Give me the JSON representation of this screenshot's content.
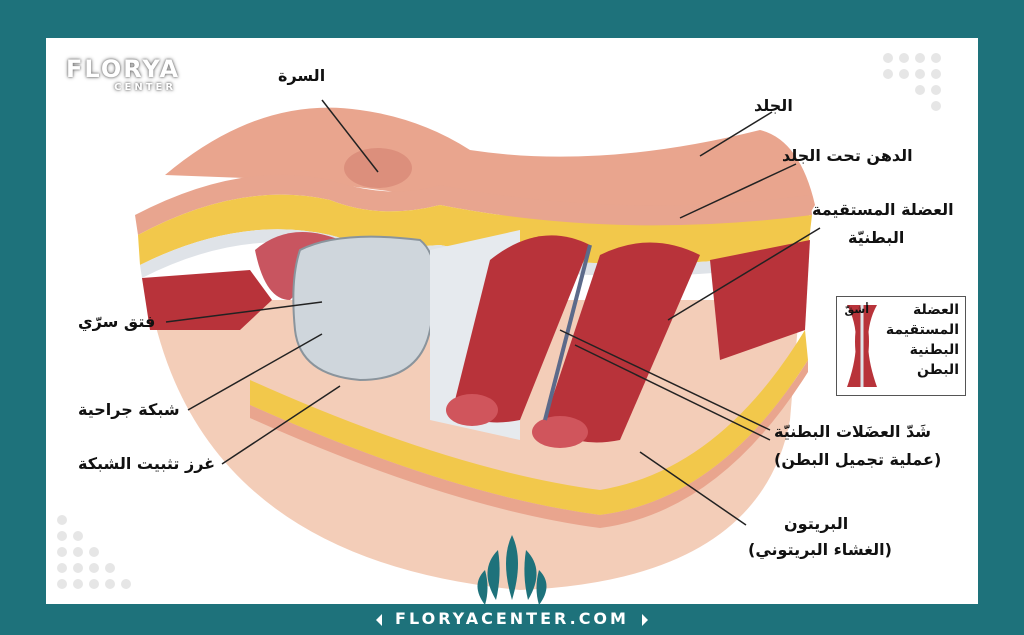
{
  "logo": {
    "main": "FLORYA",
    "sub": "CENTER"
  },
  "labels": {
    "navel": "السرة",
    "skin": "الجلد",
    "subcutaneous_fat": "الدهن تحت الجلد",
    "rectus_line1": "العضلة المستقيمة",
    "rectus_line2": "البطنيّة",
    "umbilical_hernia": "فتق سرّي",
    "surgical_mesh": "شبكة جراحية",
    "mesh_sutures": "غرز تثبيت الشبكة",
    "plication_line1": "شَدّ العضَلات البطنيّة",
    "plication_line2": "(عملية تجميل البطن)",
    "peritoneum_line1": "البريتون",
    "peritoneum_line2": "(الغشاء البريتوني)"
  },
  "inset": {
    "line1": "العضلة",
    "line2": "المستقيمة",
    "line3": "البطنية",
    "line4": "البطن",
    "extra": "أشقّ"
  },
  "footer": {
    "url": "FLORYACENTER.COM"
  },
  "colors": {
    "frame": "#1e727b",
    "muscle": "#b8333a",
    "fat": "#f2c84b",
    "skin": "#e9a58e",
    "mesh": "#cfd6dc"
  }
}
